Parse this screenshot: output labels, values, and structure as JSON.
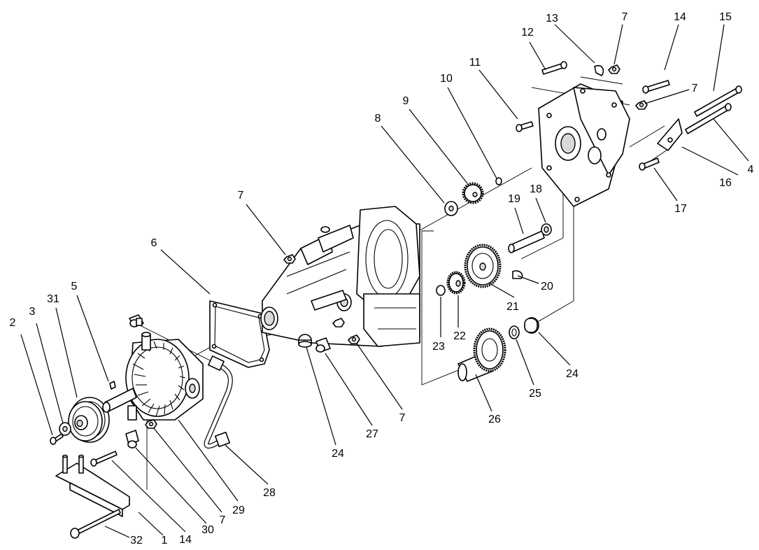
{
  "colors": {
    "line": "#000000",
    "background": "#ffffff",
    "shade": "#d9d9d9"
  },
  "callouts": [
    {
      "id": "c1",
      "label": "1"
    },
    {
      "id": "c2",
      "label": "2"
    },
    {
      "id": "c3",
      "label": "3"
    },
    {
      "id": "c4",
      "label": "4"
    },
    {
      "id": "c5",
      "label": "5"
    },
    {
      "id": "c6",
      "label": "6"
    },
    {
      "id": "c7a",
      "label": "7"
    },
    {
      "id": "c7b",
      "label": "7"
    },
    {
      "id": "c7c",
      "label": "7"
    },
    {
      "id": "c7d",
      "label": "7"
    },
    {
      "id": "c7e",
      "label": "7"
    },
    {
      "id": "c8",
      "label": "8"
    },
    {
      "id": "c9",
      "label": "9"
    },
    {
      "id": "c10",
      "label": "10"
    },
    {
      "id": "c11",
      "label": "11"
    },
    {
      "id": "c12",
      "label": "12"
    },
    {
      "id": "c13",
      "label": "13"
    },
    {
      "id": "c14a",
      "label": "14"
    },
    {
      "id": "c14b",
      "label": "14"
    },
    {
      "id": "c15",
      "label": "15"
    },
    {
      "id": "c16",
      "label": "16"
    },
    {
      "id": "c17",
      "label": "17"
    },
    {
      "id": "c18",
      "label": "18"
    },
    {
      "id": "c19",
      "label": "19"
    },
    {
      "id": "c20",
      "label": "20"
    },
    {
      "id": "c21",
      "label": "21"
    },
    {
      "id": "c22",
      "label": "22"
    },
    {
      "id": "c23",
      "label": "23"
    },
    {
      "id": "c24a",
      "label": "24"
    },
    {
      "id": "c24b",
      "label": "24"
    },
    {
      "id": "c25",
      "label": "25"
    },
    {
      "id": "c26",
      "label": "26"
    },
    {
      "id": "c27",
      "label": "27"
    },
    {
      "id": "c28",
      "label": "28"
    },
    {
      "id": "c29",
      "label": "29"
    },
    {
      "id": "c30",
      "label": "30"
    },
    {
      "id": "c31",
      "label": "31"
    },
    {
      "id": "c32",
      "label": "32"
    }
  ]
}
